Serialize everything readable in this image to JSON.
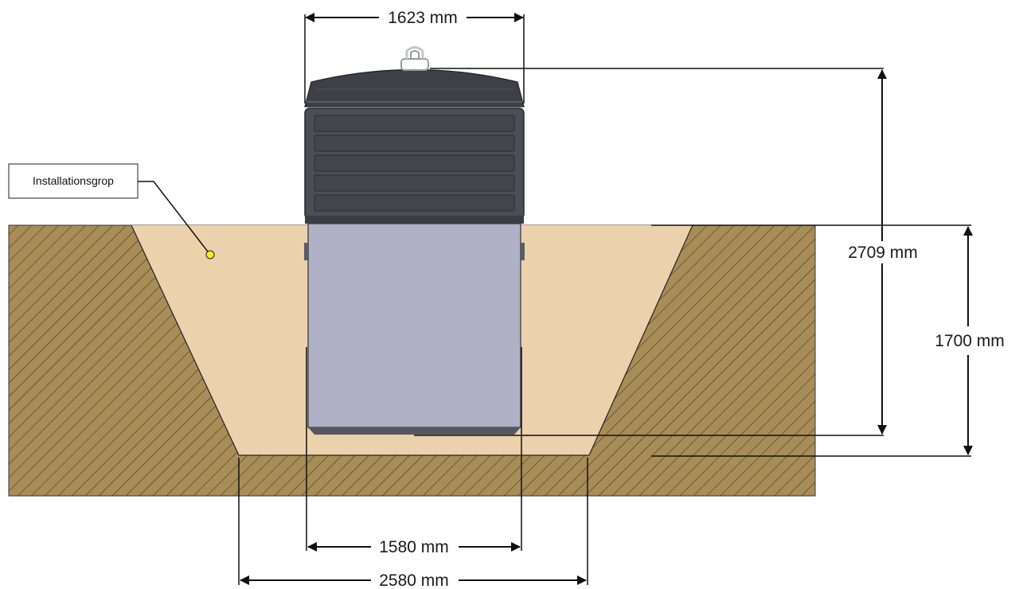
{
  "callout": {
    "label": "Installationsgrop"
  },
  "dimensions": {
    "top_width": "1623 mm",
    "total_height": "2709 mm",
    "pit_depth": "1700 mm",
    "tank_width": "1580 mm",
    "pit_bottom_width": "2580 mm"
  },
  "colors": {
    "soil": "#a88d58",
    "soil_hatch": "#3a2e18",
    "backfill": "#ecd1ad",
    "tank_body": "#b0b0c6",
    "tank_top": "#4b4e55",
    "tank_lid": "#3d4047",
    "callout_dot": "#f6ea2a"
  }
}
